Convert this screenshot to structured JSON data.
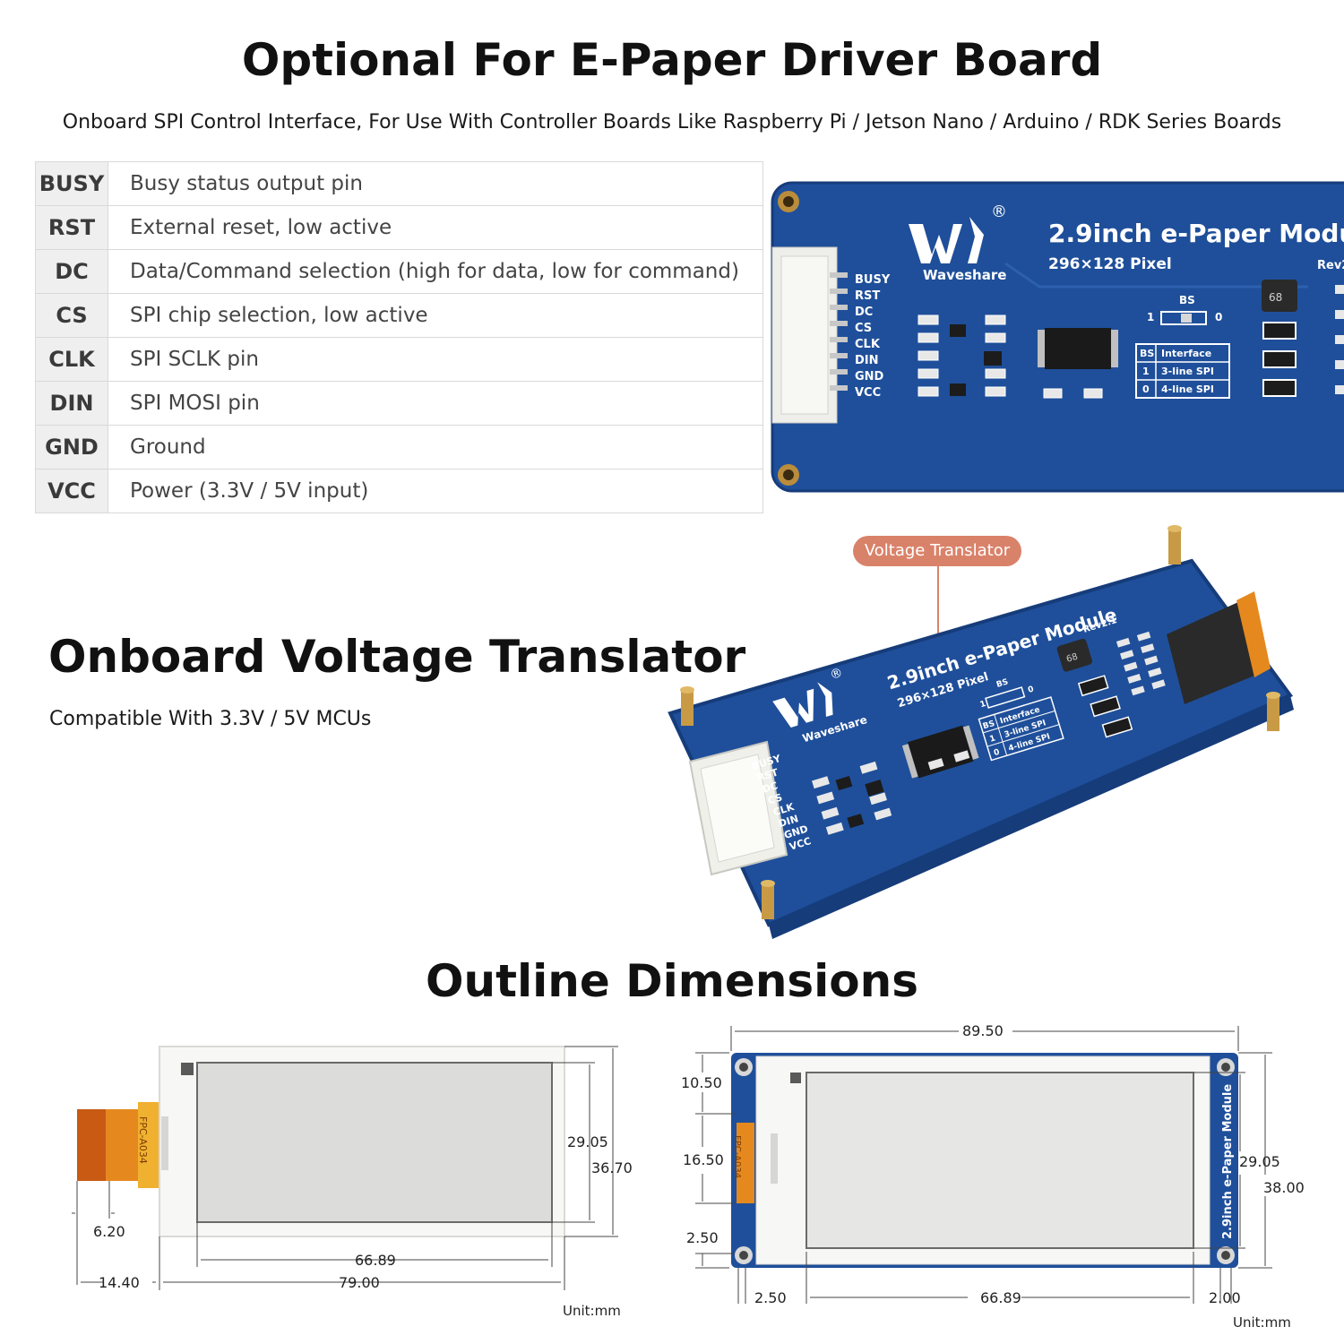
{
  "header": {
    "title": "Optional For E-Paper Driver Board",
    "subtitle": "Onboard SPI Control Interface, For Use With Controller Boards Like Raspberry Pi / Jetson Nano / Arduino / RDK Series Boards"
  },
  "pins": [
    {
      "name": "BUSY",
      "desc": "Busy status output pin"
    },
    {
      "name": "RST",
      "desc": "External reset, low active"
    },
    {
      "name": "DC",
      "desc": "Data/Command selection (high for data, low for command)"
    },
    {
      "name": "CS",
      "desc": "SPI chip selection, low active"
    },
    {
      "name": "CLK",
      "desc": "SPI SCLK pin"
    },
    {
      "name": "DIN",
      "desc": "SPI MOSI pin"
    },
    {
      "name": "GND",
      "desc": "Ground"
    },
    {
      "name": "VCC",
      "desc": "Power (3.3V / 5V input)"
    }
  ],
  "board_top": {
    "brand": "Waveshare",
    "registered": "®",
    "model": "2.9inch e-Paper Modul",
    "resolution": "296×128 Pixel",
    "rev": "Rev2",
    "bs_label": "BS",
    "bs_one": "1",
    "bs_zero": "0",
    "inductor": "68",
    "table": [
      [
        "BS",
        "Interface"
      ],
      [
        "1",
        "3-line SPI"
      ],
      [
        "0",
        "4-line SPI"
      ]
    ],
    "pin_labels": [
      "BUSY",
      "RST",
      "DC",
      "CS",
      "CLK",
      "DIN",
      "GND",
      "VCC"
    ]
  },
  "translator": {
    "title": "Onboard Voltage Translator",
    "subtitle": "Compatible With 3.3V / 5V MCUs",
    "callout": "Voltage Translator"
  },
  "board_angled": {
    "model": "2.9inch e-Paper Module",
    "resolution": "296×128 Pixel",
    "brand": "Waveshare",
    "registered": "®",
    "rev": "Rev2.1",
    "bs_label": "BS",
    "bs_one": "1",
    "bs_zero": "0",
    "inductor": "68",
    "table": [
      [
        "BS",
        "Interface"
      ],
      [
        "1",
        "3-line SPI"
      ],
      [
        "0",
        "4-line SPI"
      ]
    ],
    "pin_labels": [
      "BUSY",
      "RST",
      "DC",
      "CS",
      "CLK",
      "DIN",
      "GND",
      "VCC"
    ]
  },
  "dimensions": {
    "title": "Outline Dimensions",
    "panel": {
      "height_inner": "29.05",
      "height_outer": "36.70",
      "fpc_offset": "6.20",
      "fpc_width": "14.40",
      "width_inner": "66.89",
      "width_outer": "79.00",
      "fpc_text": "FPC-A034",
      "unit": "Unit:mm"
    },
    "module": {
      "width_outer": "89.50",
      "top_offset": "10.50",
      "fpc_height": "16.50",
      "bottom_offset": "2.50",
      "left_offset": "2.50",
      "width_inner": "66.89",
      "right_offset": "2.00",
      "height_inner": "29.05",
      "height_outer": "38.00",
      "side_text": "2.9inch e-Paper Module",
      "fpc_text": "FPC-A034",
      "unit": "Unit:mm"
    }
  },
  "colors": {
    "pcb_blue": "#1f4f9a",
    "pcb_dark": "#163c7a",
    "callout": "#d9826a",
    "fpc_orange": "#e5891f"
  }
}
